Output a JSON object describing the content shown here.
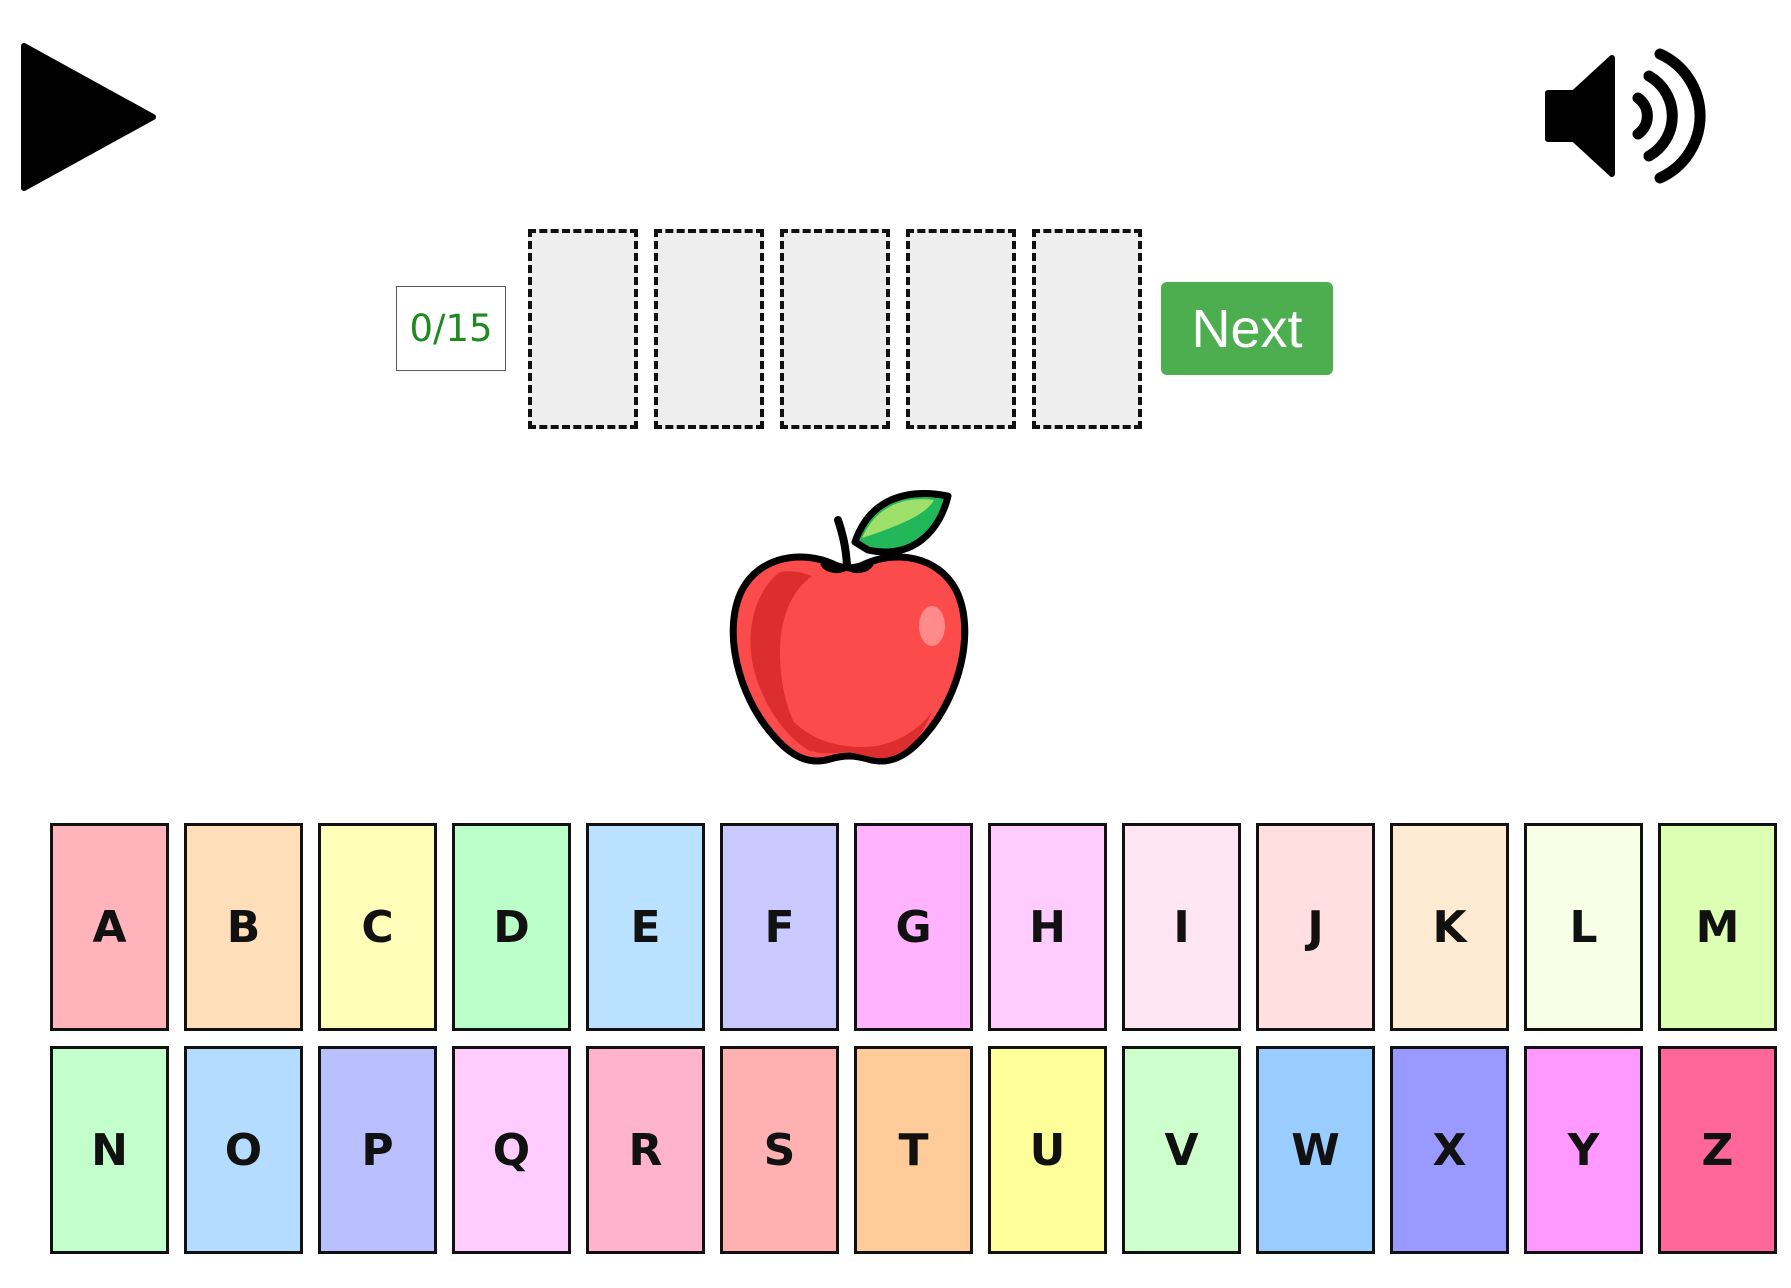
{
  "controls": {
    "play_icon": "play-triangle-icon",
    "sound_icon": "speaker-volume-icon"
  },
  "score": {
    "text": "0/15",
    "color": "#1f8a1f"
  },
  "answer_slots": [
    "",
    "",
    "",
    "",
    ""
  ],
  "next_button": {
    "label": "Next",
    "color": "#4cae4f"
  },
  "picture": {
    "icon": "apple-icon"
  },
  "keyboard": {
    "row1": [
      {
        "letter": "A",
        "color": "#ffb3ba"
      },
      {
        "letter": "B",
        "color": "#ffdfba"
      },
      {
        "letter": "C",
        "color": "#ffffba"
      },
      {
        "letter": "D",
        "color": "#baffc9"
      },
      {
        "letter": "E",
        "color": "#bae1ff"
      },
      {
        "letter": "F",
        "color": "#c9c9ff"
      },
      {
        "letter": "G",
        "color": "#ffb3ff"
      },
      {
        "letter": "H",
        "color": "#ffccff"
      },
      {
        "letter": "I",
        "color": "#ffe6f2"
      },
      {
        "letter": "J",
        "color": "#ffdfdf"
      },
      {
        "letter": "K",
        "color": "#ffebd3"
      },
      {
        "letter": "L",
        "color": "#f8ffe6"
      },
      {
        "letter": "M",
        "color": "#ddffb3"
      }
    ],
    "row2": [
      {
        "letter": "N",
        "color": "#c3ffcc"
      },
      {
        "letter": "O",
        "color": "#b3dcff"
      },
      {
        "letter": "P",
        "color": "#b9bfff"
      },
      {
        "letter": "Q",
        "color": "#ffccff"
      },
      {
        "letter": "R",
        "color": "#ffb3cc"
      },
      {
        "letter": "S",
        "color": "#ffb0b0"
      },
      {
        "letter": "T",
        "color": "#ffcc99"
      },
      {
        "letter": "U",
        "color": "#ffff99"
      },
      {
        "letter": "V",
        "color": "#ccffcc"
      },
      {
        "letter": "W",
        "color": "#99ccff"
      },
      {
        "letter": "X",
        "color": "#9999ff"
      },
      {
        "letter": "Y",
        "color": "#ff99ff"
      },
      {
        "letter": "Z",
        "color": "#ff6699"
      }
    ]
  }
}
